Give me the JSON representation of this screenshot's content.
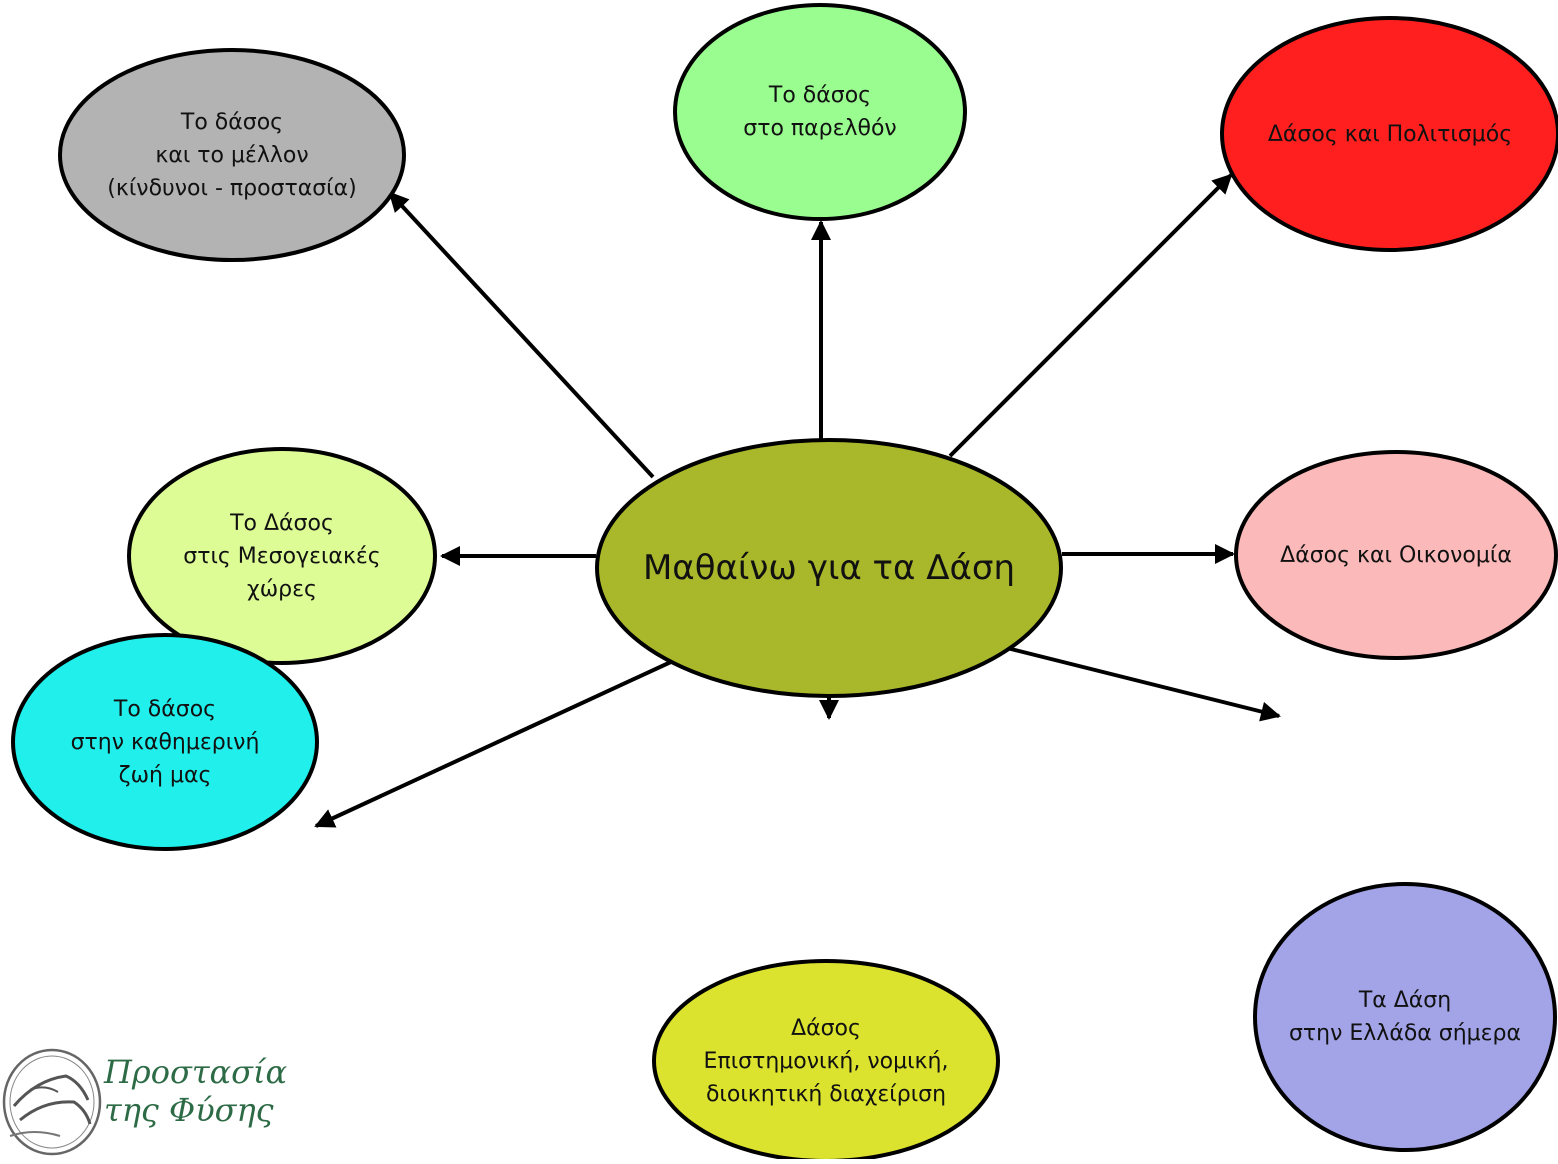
{
  "diagram": {
    "center": {
      "id": "center",
      "lines": [
        "Μαθαίνω για τα Δάση"
      ],
      "fill": "#a9b82a"
    },
    "nodes": [
      {
        "id": "future",
        "lines": [
          "Το δάσος",
          "και το μέλλον",
          "(κίνδυνοι - προστασία)"
        ],
        "fill": "#b3b3b3"
      },
      {
        "id": "past",
        "lines": [
          "Το δάσος",
          "στο παρελθόν"
        ],
        "fill": "#99fd8f"
      },
      {
        "id": "culture",
        "lines": [
          "Δάσος και Πολιτισμός"
        ],
        "fill": "#ff1f1f"
      },
      {
        "id": "mediterranean",
        "lines": [
          "Το Δάσος",
          "στις Μεσογειακές",
          "χώρες"
        ],
        "fill": "#ddfc96"
      },
      {
        "id": "economy",
        "lines": [
          "Δάσος και Οικονομία"
        ],
        "fill": "#fcb9b9"
      },
      {
        "id": "daily-life",
        "lines": [
          "Το δάσος",
          "στην καθημερινή",
          "ζωή μας"
        ],
        "fill": "#20efeb"
      },
      {
        "id": "management",
        "lines": [
          "Δάσος",
          "Επιστημονική, νομική,",
          "διοικητική διαχείριση"
        ],
        "fill": "#dce32f"
      },
      {
        "id": "greece-today",
        "lines": [
          "Τα Δάση",
          "στην Ελλάδα σήμερα"
        ],
        "fill": "#a3a4e8"
      }
    ],
    "edges": [
      {
        "from": "center",
        "to": "future"
      },
      {
        "from": "center",
        "to": "past"
      },
      {
        "from": "center",
        "to": "culture"
      },
      {
        "from": "center",
        "to": "mediterranean"
      },
      {
        "from": "center",
        "to": "economy"
      },
      {
        "from": "center",
        "to": "daily-life"
      },
      {
        "from": "center",
        "to": "management"
      },
      {
        "from": "center",
        "to": "greece-today"
      }
    ],
    "outline_color": "#000000",
    "arrow_color": "#000000"
  },
  "logo": {
    "line1": "Προστασία",
    "line2": "της Φύσης",
    "text_color": "#2d6b46"
  }
}
